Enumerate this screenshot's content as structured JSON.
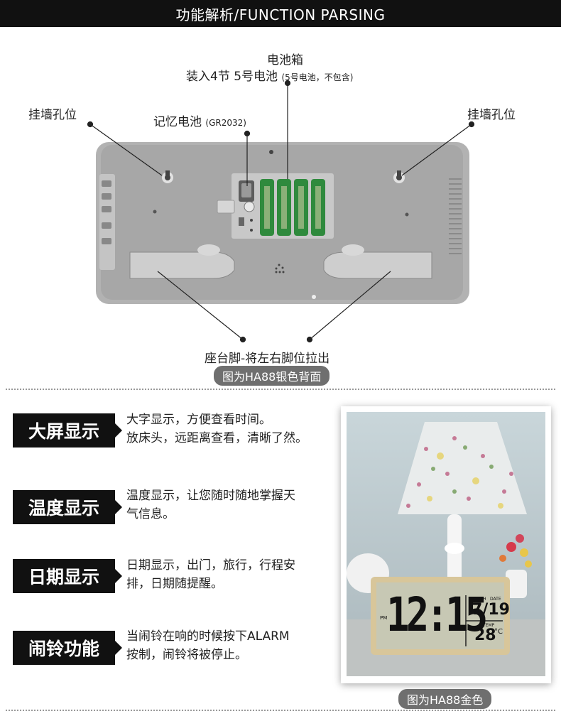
{
  "header": {
    "title": "功能解析/FUNCTION PARSING"
  },
  "back_view": {
    "battery_box_title": "电池箱",
    "battery_box_line": "装入4节 5号电池",
    "battery_box_note": "(5号电池，不包含)",
    "hanging_hole_left": "挂墙孔位",
    "hanging_hole_right": "挂墙孔位",
    "memory_battery": "记忆电池",
    "memory_battery_model": "(GR2032)",
    "stand_feet": "座台脚-将左右脚位拉出",
    "caption": "图为HA88银色背面"
  },
  "features": [
    {
      "tag": "大屏显示",
      "desc_lines": [
        "大字显示，方便查看时间。",
        "放床头，远距离查看，清晰了然。"
      ]
    },
    {
      "tag": "温度显示",
      "desc_lines": [
        "温度显示，让您随时随地掌握天",
        "气信息。"
      ]
    },
    {
      "tag": "日期显示",
      "desc_lines": [
        "日期显示，出门，旅行，行程安",
        "排，日期随提醒。"
      ]
    },
    {
      "tag": "闹铃功能",
      "desc_lines": [
        "当闹铃在响的时候按下ALARM",
        "按制，闹铃将被停止。"
      ]
    }
  ],
  "clock_display": {
    "pm": "PM",
    "time": "12:15",
    "month_label": "MONTH",
    "date_label": "DATE",
    "date": "7/19",
    "temp_label": "TEMP",
    "temp": "28",
    "temp_unit": "°C"
  },
  "photo_caption": "图为HA88金色",
  "colors": {
    "header_bg": "#111111",
    "caption_bg": "#6f6f6f",
    "clock_body": "#a3a3a3",
    "clock_frame_gold": "#d8c69a"
  }
}
